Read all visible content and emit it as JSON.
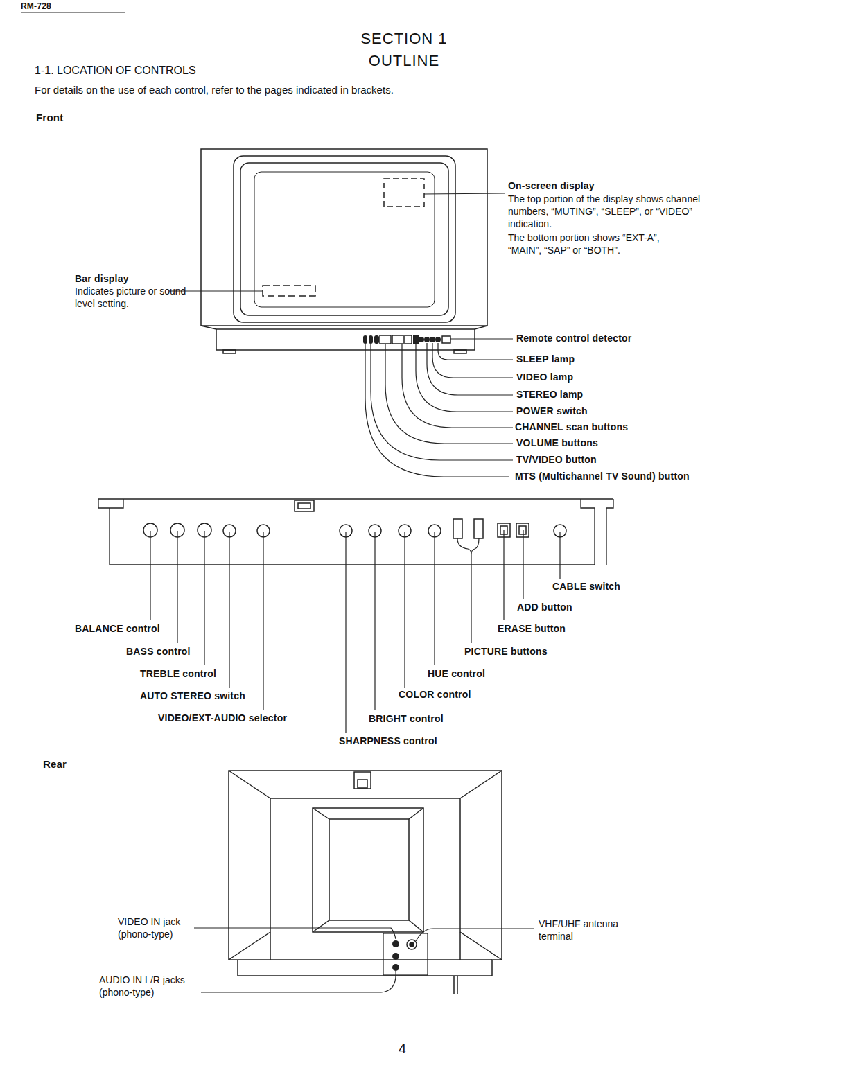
{
  "diagram": {
    "title": "SECTION 1 OUTLINE",
    "labels": [
      "RM-728",
      "1-1. LOCATION OF CONTROLS",
      "For details on the use of each control, refer to the pages indicated in brackets.",
      "Front",
      "On-screen display",
      "The top portion of the display shows channel numbers, “MUTING”, “SLEEP”, or “VIDEO” indication.",
      "The bottom portion shows “EXT-A”, “MAIN”, “SAP” or “BOTH”.",
      "Bar display",
      "Indicates picture or sound level setting.",
      "Remote control detector",
      "SLEEP lamp",
      "VIDEO lamp",
      "STEREO lamp",
      "POWER switch",
      "CHANNEL scan buttons",
      "VOLUME buttons",
      "TV/VIDEO button",
      "MTS (Multichannel TV Sound) button",
      "CABLE switch",
      "ADD button",
      "ERASE button",
      "PICTURE buttons",
      "HUE control",
      "COLOR control",
      "BRIGHT control",
      "SHARPNESS control",
      "BALANCE control",
      "BASS control",
      "TREBLE control",
      "AUTO STEREO switch",
      "VIDEO/EXT-AUDIO selector",
      "Rear",
      "VIDEO IN jack (phono-type)",
      "AUDIO IN L/R jacks (phono-type)",
      "VHF/UHF antenna terminal",
      "4"
    ]
  }
}
